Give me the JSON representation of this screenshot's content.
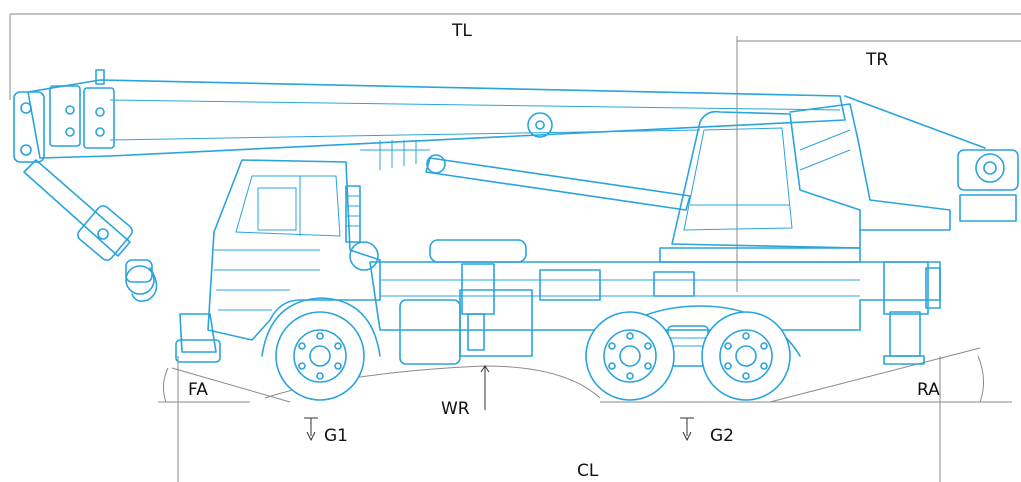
{
  "colors": {
    "crane": "#2aa4dc",
    "dimension": "#8a8a8a"
  },
  "labels": {
    "TL": "TL",
    "TR": "TR",
    "FA": "FA",
    "WR": "WR",
    "RA": "RA",
    "G1": "G1",
    "G2": "G2",
    "CL": "CL"
  }
}
